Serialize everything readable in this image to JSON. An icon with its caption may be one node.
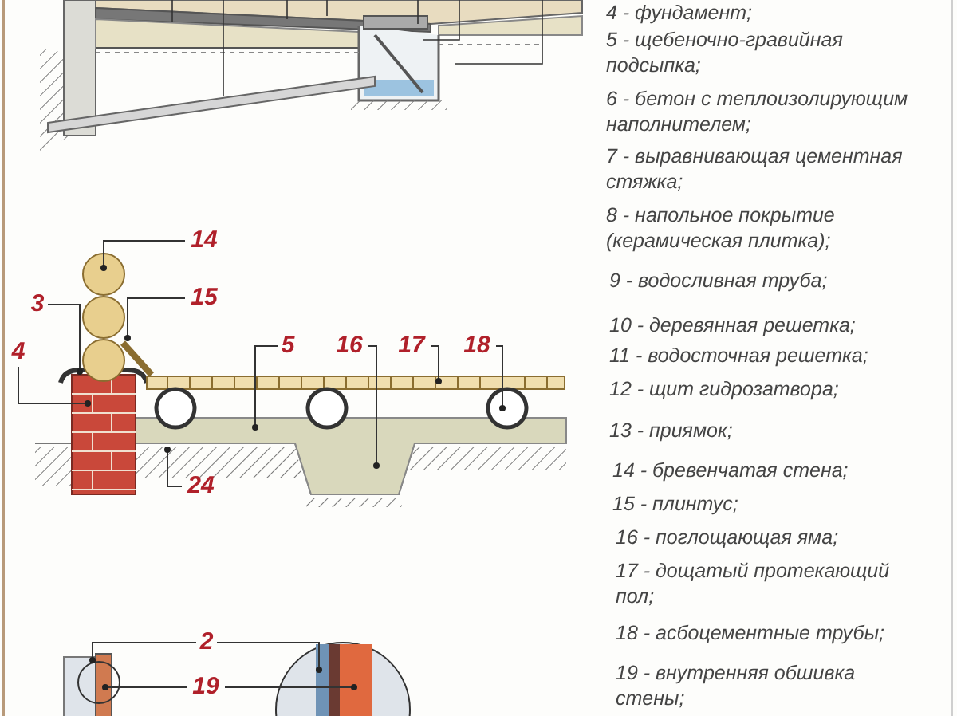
{
  "diagram": {
    "nodes": [
      {
        "text": [
          "14"
        ]
      },
      {
        "text": [
          "15"
        ]
      },
      {
        "text": [
          "3"
        ]
      },
      {
        "text": [
          "4"
        ]
      },
      {
        "text": [
          "5"
        ]
      },
      {
        "text": [
          "16"
        ]
      },
      {
        "text": [
          "17"
        ]
      },
      {
        "text": [
          "18"
        ]
      },
      {
        "text": [
          "24"
        ]
      },
      {
        "text": [
          "2"
        ]
      },
      {
        "text": [
          "19"
        ]
      }
    ],
    "edges": [
      {
        "from": 0,
        "to": null,
        "arrow": "other"
      },
      {
        "from": 1,
        "to": null,
        "arrow": "other"
      },
      {
        "from": 2,
        "to": null,
        "arrow": "other"
      },
      {
        "from": 3,
        "to": null,
        "arrow": "other"
      },
      {
        "from": 4,
        "to": null,
        "arrow": "other"
      },
      {
        "from": 5,
        "to": null,
        "arrow": "other"
      },
      {
        "from": 6,
        "to": null,
        "arrow": "other"
      },
      {
        "from": 7,
        "to": null,
        "arrow": "other"
      },
      {
        "from": 8,
        "to": null,
        "arrow": "other"
      },
      {
        "from": 9,
        "to": null,
        "arrow": "other"
      },
      {
        "from": 9,
        "to": null,
        "arrow": "other"
      },
      {
        "from": 10,
        "to": null,
        "arrow": "other"
      },
      {
        "from": 10,
        "to": null,
        "arrow": "other"
      }
    ],
    "labels": [
      "4 - фундамент;",
      "5 - щебеночно-гравийная подсыпка;",
      "6 - бетон с теплоизолирующим наполнителем;",
      "7 - выравнивающая цементная стяжка;",
      "8 - напольное покрытие (керамическая плитка);",
      "9 - водосливная труба;",
      "10 - деревянная решетка;",
      "11 - водосточная решетка;",
      "12 - щит гидрозатвора;",
      "13 - приямок;",
      "14 - бревенчатая стена;",
      "15 - плинтус;",
      "16 - поглощающая яма;",
      "17 - дощатый протекающий пол;",
      "18 - асбоцементные трубы;",
      "19 - внутренняя обшивка стены;"
    ]
  }
}
